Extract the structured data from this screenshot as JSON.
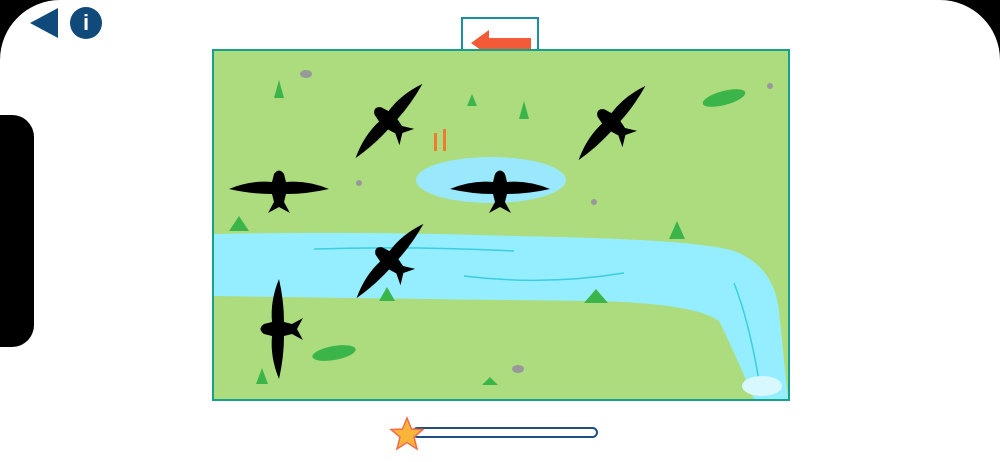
{
  "controls": {
    "back_icon": "back-triangle-icon",
    "info_label": "i"
  },
  "prompt": {
    "direction_icon": "left-arrow-icon",
    "arrow_color": "#f25a38"
  },
  "scene": {
    "birds_count": 6,
    "grass_color": "#acdc7e",
    "water_color": "#95eeff",
    "pond_color": "#9ae8fb"
  },
  "progress": {
    "value": 0,
    "star_color": "#f9b53a",
    "bar_color": "#1e4f7e"
  }
}
